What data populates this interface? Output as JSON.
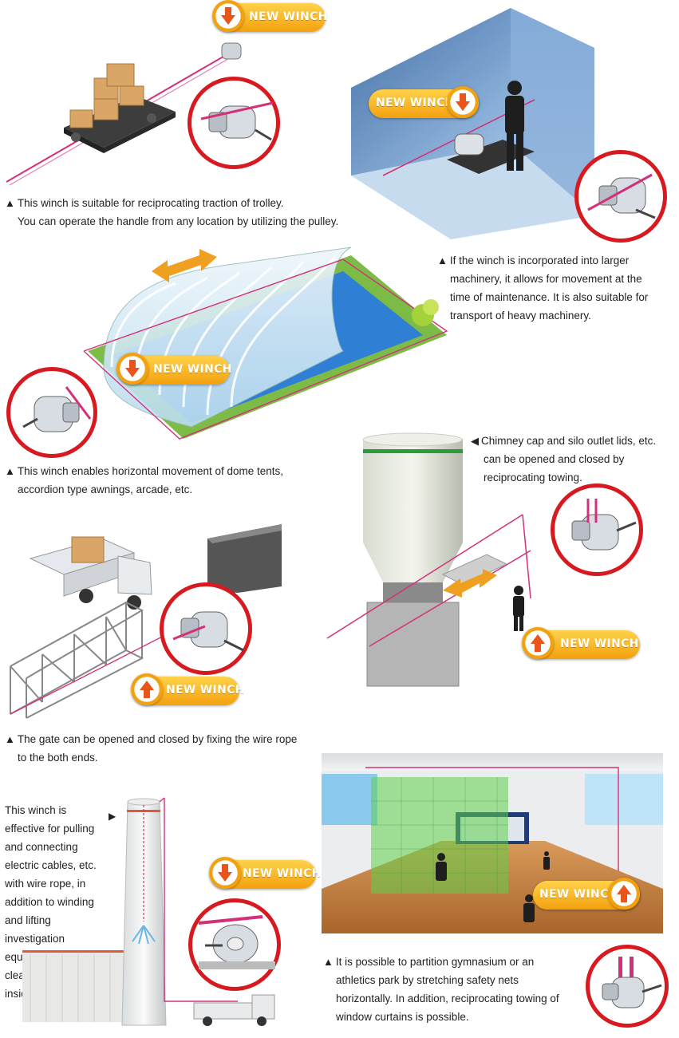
{
  "colors": {
    "accent_red": "#d71920",
    "badge_orange": "#f3a10e",
    "rope_pink": "#d4307a"
  },
  "badge_label": "NEW WINCH",
  "captions": {
    "trolley": {
      "line1": "This winch is suitable for reciprocating traction of trolley.",
      "line2": "You can operate the handle from any location by utilizing the pulley."
    },
    "machinery": {
      "line1": "If the winch is incorporated into larger",
      "line2": "machinery, it allows for movement at the",
      "line3": "time of maintenance. It is also suitable for",
      "line4": "transport of heavy machinery."
    },
    "dome": {
      "line1": "This winch enables horizontal movement of dome tents,",
      "line2": "accordion type awnings, arcade, etc."
    },
    "chimney_cap": {
      "line1": "Chimney cap and silo outlet lids, etc.",
      "line2": "can be opened and closed by",
      "line3": "reciprocating towing."
    },
    "gate": {
      "line1": "The gate can be opened and closed by fixing the wire rope",
      "line2": "to the both ends."
    },
    "cables": {
      "line1": "This winch is",
      "line2": "effective for pulling",
      "line3": "and connecting",
      "line4": "electric cables, etc.",
      "line5": "with wire rope, in",
      "line6": "addition to winding",
      "line7": "and lifting",
      "line8": "investigation",
      "line9": "equipment and",
      "line10": "cleaning machines",
      "line11": "inside chimneys."
    },
    "gym": {
      "line1": "It is possible to partition gymnasium or an",
      "line2": "athletics park by stretching safety nets",
      "line3": "horizontally. In addition, reciprocating towing of",
      "line4": "window curtains is possible."
    }
  },
  "icons": {
    "bullet": "up-triangle",
    "pointer": "left-triangle",
    "pointer_right": "right-triangle"
  }
}
